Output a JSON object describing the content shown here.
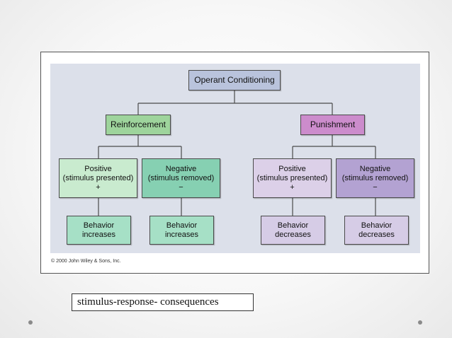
{
  "diagram": {
    "root": {
      "label": "Operant Conditioning"
    },
    "branches": [
      {
        "label": "Reinforcement",
        "children": [
          {
            "line1": "Positive",
            "line2": "(stimulus presented)",
            "sign": "+",
            "outcome1": "Behavior",
            "outcome2": "increases"
          },
          {
            "line1": "Negative",
            "line2": "(stimulus removed)",
            "sign": "−",
            "outcome1": "Behavior",
            "outcome2": "increases"
          }
        ]
      },
      {
        "label": "Punishment",
        "children": [
          {
            "line1": "Positive",
            "line2": "(stimulus presented)",
            "sign": "+",
            "outcome1": "Behavior",
            "outcome2": "decreases"
          },
          {
            "line1": "Negative",
            "line2": "(stimulus removed)",
            "sign": "−",
            "outcome1": "Behavior",
            "outcome2": "decreases"
          }
        ]
      }
    ],
    "copyright": "© 2000 John Wiley & Sons, Inc."
  },
  "caption": "stimulus-response- consequences",
  "colors": {
    "root": "#b9c3dc",
    "reinforcement": "#9ed49c",
    "reinforcement_positive": "#c9ebcf",
    "reinforcement_negative": "#86d0b2",
    "reinforcement_outcome": "#a6e0c6",
    "punishment": "#cc8ccc",
    "punishment_positive": "#dcd0e8",
    "punishment_negative": "#b3a2d2",
    "punishment_outcome": "#d6cce6",
    "diagram_background": "#dce0ea"
  }
}
